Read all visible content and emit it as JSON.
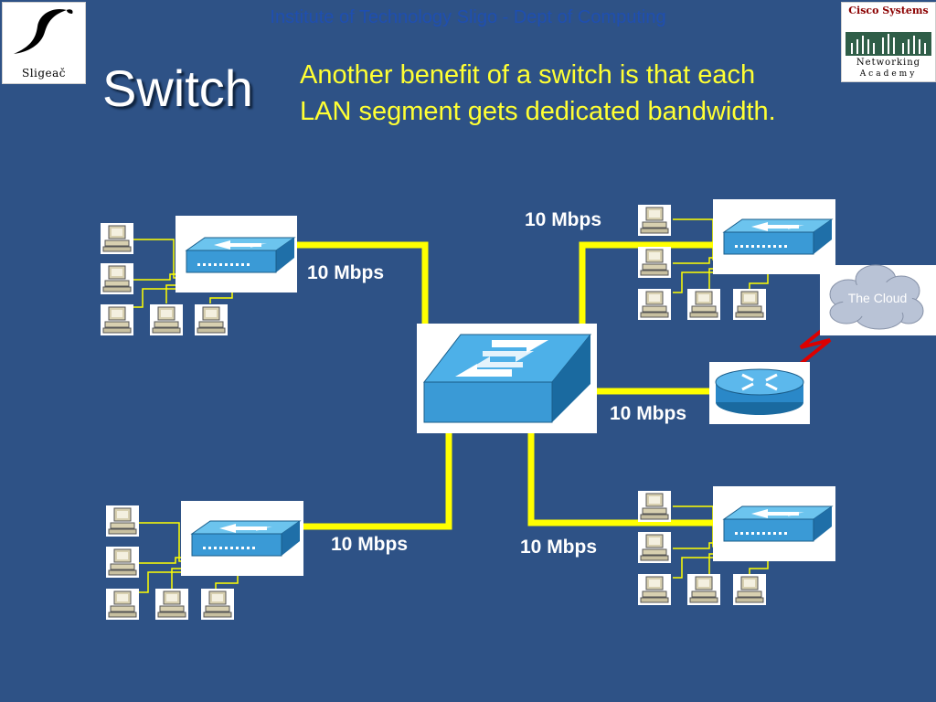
{
  "header": {
    "institute": "Institute of Technology Sligo - Dept of Computing"
  },
  "logos": {
    "sligo": {
      "text": "Sligeač"
    },
    "cisco": {
      "line1": "Cisco Systems",
      "line2": "Networking",
      "line3": "Academy"
    }
  },
  "slide": {
    "title": "Switch",
    "subtitle_line1": "Another benefit of a switch is that each",
    "subtitle_line2": "LAN segment gets dedicated bandwidth."
  },
  "diagram": {
    "bandwidth_labels": [
      "10 Mbps",
      "10 Mbps",
      "10 Mbps",
      "10 Mbps",
      "10 Mbps"
    ],
    "cloud_label": "The Cloud",
    "colors": {
      "background": "#2e5286",
      "link": "#ffff00",
      "text": "#ffff33",
      "wan_link": "#dd0000"
    }
  }
}
